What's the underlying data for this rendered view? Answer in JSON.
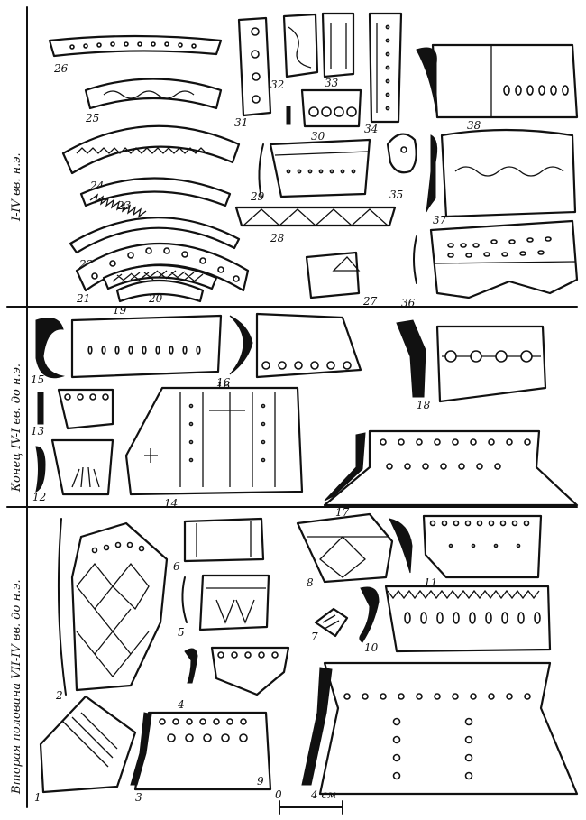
{
  "periods": [
    {
      "id": "p1",
      "label": "I-IV вв. н.э."
    },
    {
      "id": "p2",
      "label": "Конец IV-I вв. до н.э."
    },
    {
      "id": "p3",
      "label": "Вторая половина VII-IV вв. до н.э."
    }
  ],
  "figures": {
    "n1": "1",
    "n2": "2",
    "n3": "3",
    "n4": "4",
    "n5": "5",
    "n6": "6",
    "n7": "7",
    "n8": "8",
    "n9": "9",
    "n10": "10",
    "n11": "11",
    "n12": "12",
    "n13": "13",
    "n14": "14",
    "n15": "15",
    "n16a": "16",
    "n16b": "16",
    "n17": "17",
    "n18": "18",
    "n19": "19",
    "n20": "20",
    "n21": "21",
    "n22": "22",
    "n23": "23",
    "n24": "24",
    "n25": "25",
    "n26": "26",
    "n27": "27",
    "n28": "28",
    "n29": "29",
    "n30": "30",
    "n31": "31",
    "n32": "32",
    "n33": "33",
    "n34": "34",
    "n35": "35",
    "n36": "36",
    "n37": "37",
    "n38": "38"
  },
  "scale": {
    "zero": "0",
    "length": "4 см"
  }
}
